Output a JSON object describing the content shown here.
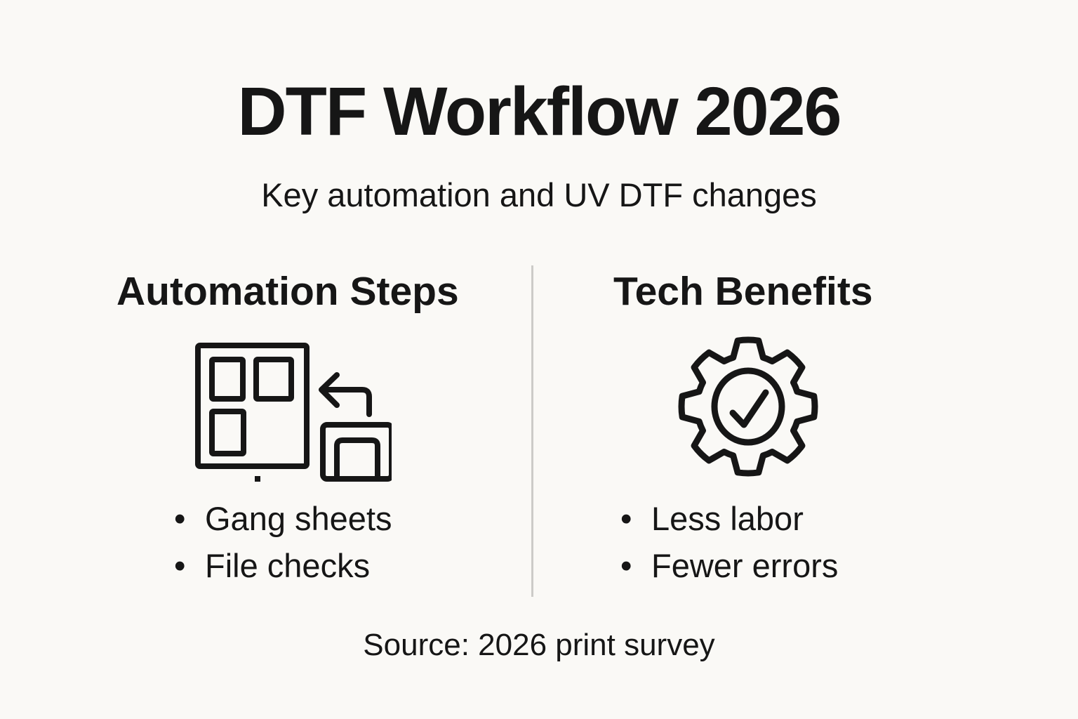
{
  "theme": {
    "background": "#faf9f6",
    "text_color": "#161616",
    "divider_color": "#cccbc8"
  },
  "header": {
    "title": "DTF Workflow 2026",
    "subtitle": "Key automation and UV DTF changes"
  },
  "columns": [
    {
      "heading": "Automation Steps",
      "icon": "gang-sheet-arrange-icon",
      "items": [
        "Gang sheets",
        "File checks"
      ]
    },
    {
      "heading": "Tech Benefits",
      "icon": "gear-check-icon",
      "items": [
        "Less labor",
        "Fewer errors"
      ]
    }
  ],
  "footer": {
    "source": "Source: 2026 print survey"
  }
}
